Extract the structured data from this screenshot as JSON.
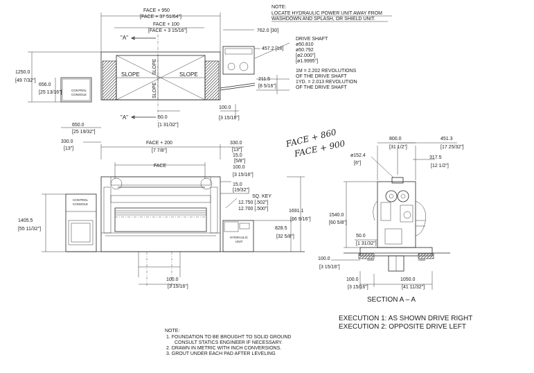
{
  "notes_top": {
    "heading": "NOTE:",
    "line1": "LOCATE HYDRAULIC POWER UNIT AWAY FROM",
    "line2": "WASHDOWN AND SPLASH, OR SHIELD UNIT."
  },
  "top_view": {
    "face_950": "FACE + 950",
    "face_950_in": "[FACE + 37 51/64\"]",
    "face_100": "FACE + 100",
    "face_100_in": "[FACE + 3 15/16\"]",
    "section_marker_top": "\"A\"",
    "section_marker_bottom": "\"A\"",
    "slope_left": "SLOPE",
    "slope_right": "SLOPE",
    "slope_vert_top": "SLOPE",
    "slope_vert_bottom": "SLOPE",
    "dim_762": "762.0 [30]",
    "dim_457": "457.2 [18]",
    "dim_1250": "1250.0",
    "dim_1250_in": "[49 7/32\"]",
    "dim_656": "656.0",
    "dim_656_in": "[25 13/16\"]",
    "dim_211": "211.5",
    "dim_211_in": "[8 5/16\"]",
    "dim_100": "100.0",
    "dim_100_in": "[3 15/16\"]",
    "dim_50": "50.0",
    "dim_50_in": "[1 31/32\"]",
    "dim_650": "650.0",
    "dim_650_in": "[25 19/32\"]",
    "dim_330": "330.0",
    "dim_330_in": "[13\"]",
    "control_console_1": "CONTROL",
    "control_console_2": "CONSOLE"
  },
  "drive_shaft": {
    "title": "DRIVE SHAFT",
    "d1": "ø50.810",
    "d2": "ø50.792",
    "d3": "[ø2.000\"]",
    "d4": "[ø1.9995\"]",
    "rev1": "1M = 2.202 REVOLUTIONS",
    "rev2": "OF THE DRIVE SHAFT",
    "rev3": "1YD. = 2.013 REVOLUTION",
    "rev4": "OF THE DRIVE SHAFT"
  },
  "handwriting": {
    "line1": "FACE + 860",
    "line2": "FACE + 900"
  },
  "front_view": {
    "face_200": "FACE + 200",
    "face_200_in": "[7 7/8\"]",
    "face": "FACE",
    "dim_330": "330.0",
    "dim_330_in": "[13\"]",
    "dim_15": "15.0",
    "dim_15_in": "[5/8\"]",
    "dim_100": "100.0",
    "dim_100_in": "[3 15/16\"]",
    "dim_15b": "15.0",
    "dim_15b_in": "[19/32\"]",
    "sq_key": "SQ. KEY",
    "key_1": "12.750 [.502\"]",
    "key_2": "12.700 [.500\"]",
    "dim_1405": "1405.5",
    "dim_1405_in": "[55 11/32\"]",
    "dim_1691": "1691.1",
    "dim_1691_in": "[66 9/16\"]",
    "dim_828": "828.5",
    "dim_828_in": "[32 5/8\"]",
    "dim_100b": "100.0",
    "dim_100b_in": "[3 15/16\"]",
    "control_console_1": "CONTROL",
    "control_console_2": "CONSOLE",
    "hydraulic_1": "HYDRAULIC",
    "hydraulic_2": "UNIT"
  },
  "section_view": {
    "dim_800": "800.0",
    "dim_800_in": "[31 1/2\"]",
    "dim_451": "451.3",
    "dim_451_in": "[17 25/32\"]",
    "dim_317": "317.5",
    "dim_317_in": "[12 1/2\"]",
    "dim_152": "ø152.4",
    "dim_152_in": "[6\"]",
    "dim_1540": "1540.0",
    "dim_1540_in": "[60 5/8\"]",
    "dim_50": "50.0",
    "dim_50_in": "[1 31/32\"]",
    "dim_100a": "100.0",
    "dim_100a_in": "[3 15/16\"]",
    "dim_100b": "100.0",
    "dim_100b_in": "[3 15/16\"]",
    "dim_1050": "1050.0",
    "dim_1050_in": "[41 11/32\"]",
    "title": "SECTION A – A"
  },
  "execution": {
    "line1": "EXECUTION 1: AS SHOWN DRIVE RIGHT",
    "line2": "EXECUTION 2: OPPOSITE DRIVE LEFT"
  },
  "notes_bottom": {
    "heading": "NOTE:",
    "n1": "1. FOUNDATION TO BE BROUGHT TO SOLID GROUND",
    "n1b": "CONSULT STATICS ENGINEER IF NECESSARY.",
    "n2": "2. DRAWN IN METRIC WITH INCH CONVERSIONS.",
    "n3": "3. GROUT UNDER EACH PAD AFTER LEVELING"
  }
}
